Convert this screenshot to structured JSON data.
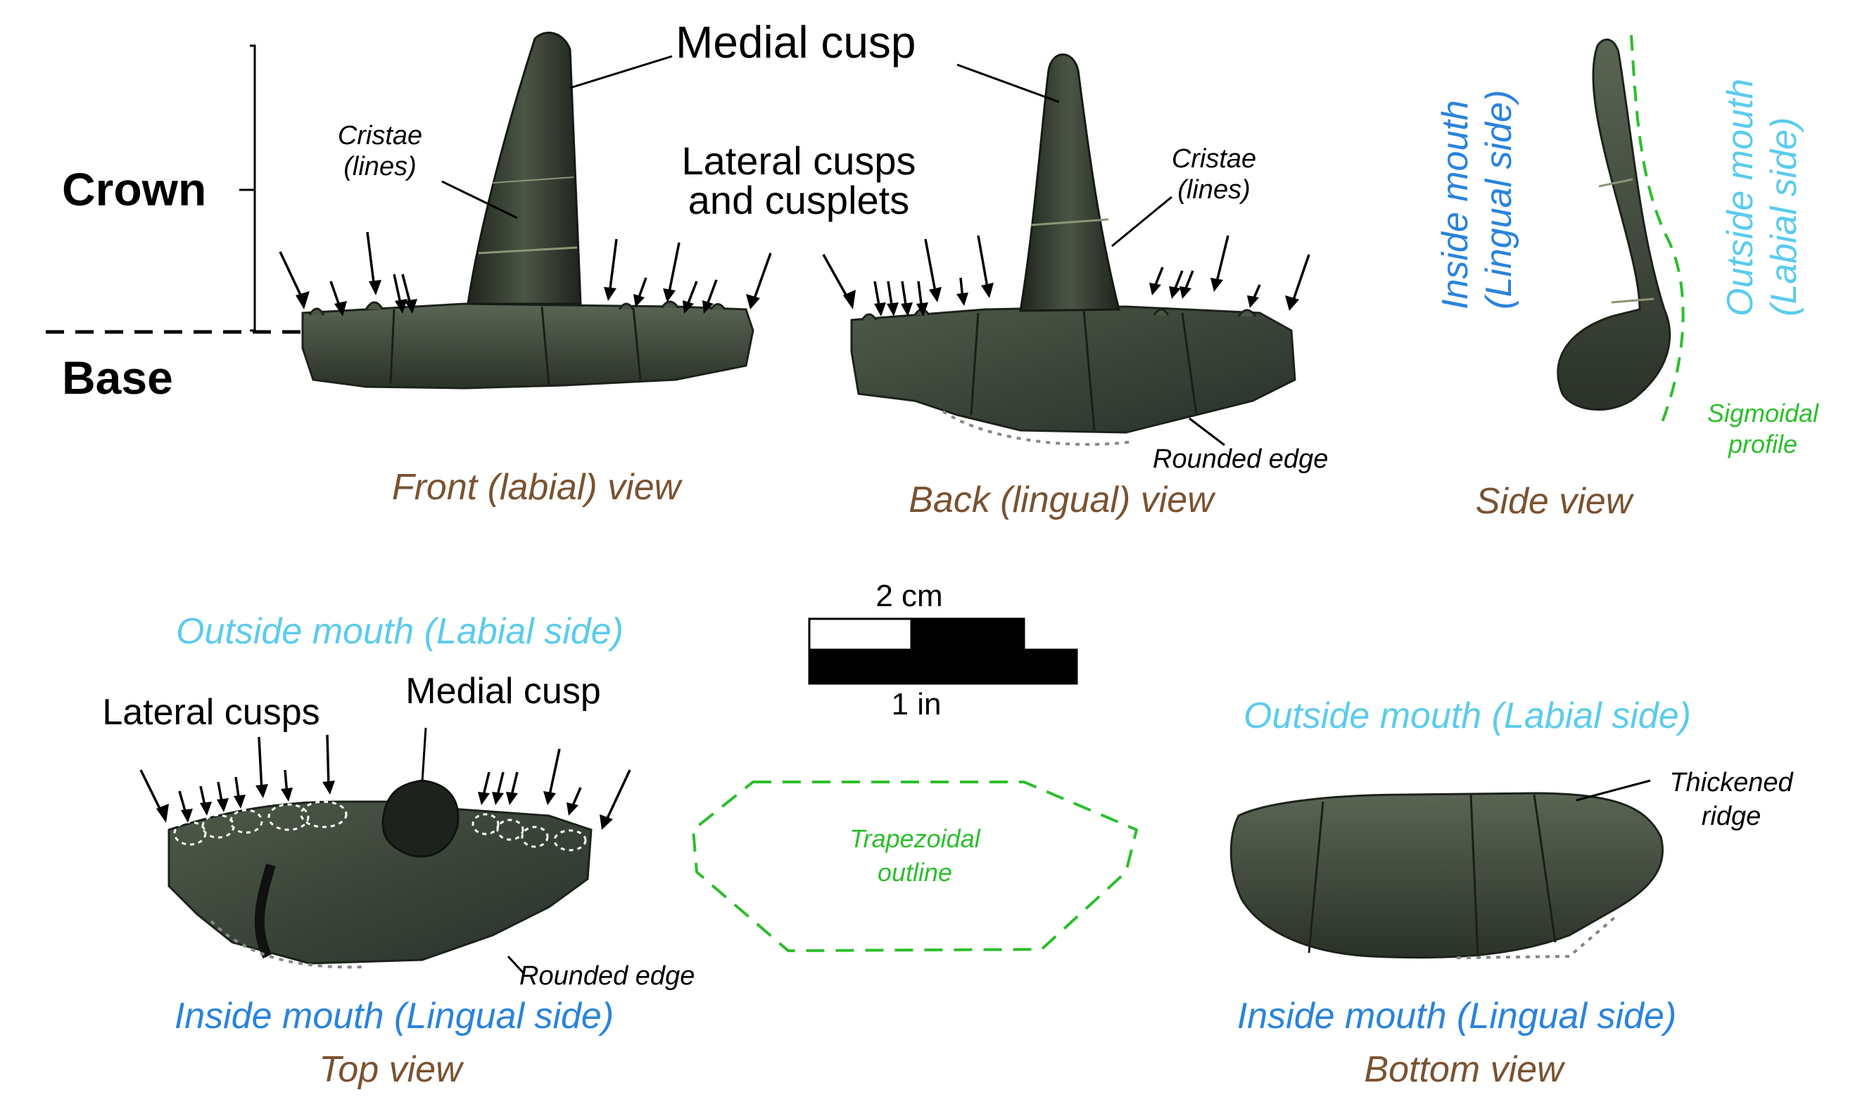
{
  "labels": {
    "crown": "Crown",
    "base": "Base",
    "medial_cusp_top": "Medial cusp",
    "cristae_left": "Cristae\n(lines)",
    "cristae_right": "Cristae\n(lines)",
    "lateral_cusps_cusplets": "Lateral cusps\nand cusplets",
    "rounded_edge_back": "Rounded edge",
    "rounded_edge_top": "Rounded edge",
    "inside_mouth_side": "Inside mouth\n(Lingual side)",
    "outside_mouth_side": "Outside mouth\n(Labial side)",
    "sigmoidal_profile": "Sigmoidal\nprofile",
    "outside_mouth_top": "Outside mouth (Labial side)",
    "inside_mouth_top": "Inside mouth (Lingual side)",
    "lateral_cusps": "Lateral cusps",
    "medial_cusp_top_view": "Medial cusp",
    "trapezoidal_outline": "Trapezoidal\noutline",
    "outside_mouth_bottom": "Outside mouth (Labial side)",
    "inside_mouth_bottom": "Inside mouth (Lingual side)",
    "thickened_ridge": "Thickened\nridge"
  },
  "views": {
    "front": "Front (labial) view",
    "back": "Back (lingual) view",
    "side": "Side view",
    "top": "Top view",
    "bottom": "Bottom view"
  },
  "scale": {
    "metric": "2 cm",
    "imperial": "1 in"
  },
  "colors": {
    "view_title": "#7a5230",
    "lingual": "#2a83dc",
    "labial": "#5bcbee",
    "outline": "#2cbe2c",
    "fossil_dark": "#2c3329",
    "fossil_mid": "#4a5544"
  }
}
